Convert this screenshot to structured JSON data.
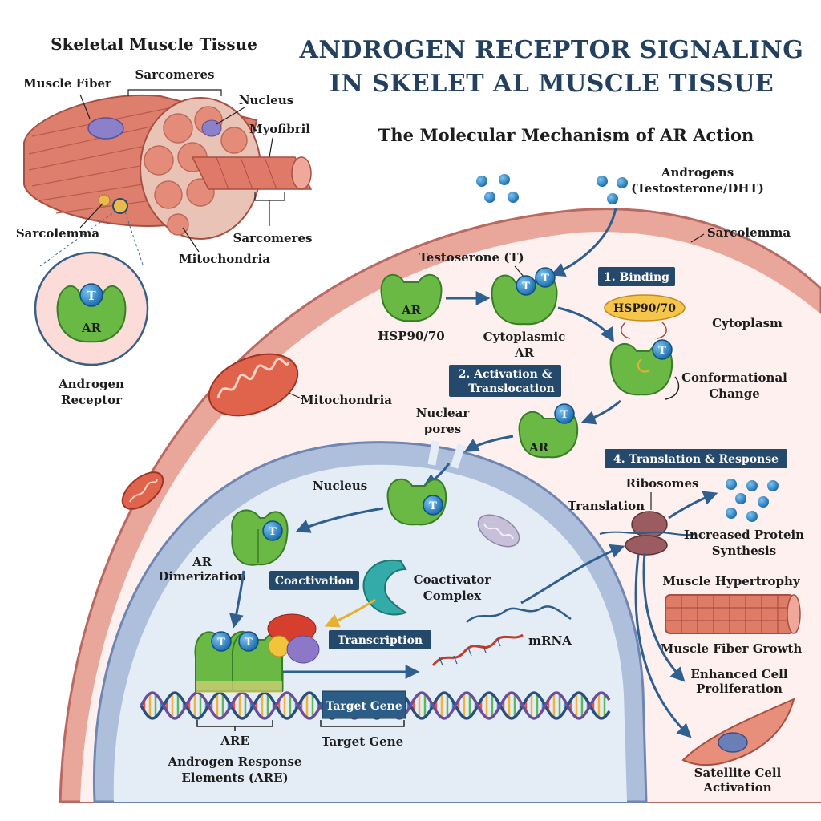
{
  "title": {
    "line1": "ANDROGEN RECEPTOR SIGNALING",
    "line2": "IN SKELET AL MUSCLE TISSUE"
  },
  "subtitle": "The Molecular Mechanism of AR Action",
  "tissue_panel": {
    "heading": "Skeletal Muscle Tissue",
    "muscle_fiber": "Muscle Fiber",
    "sarcomeres_top": "Sarcomeres",
    "nucleus": "Nucleus",
    "myofibril": "Myofibril",
    "sarcolemma": "Sarcolemma",
    "sarcomeres_bottom": "Sarcomeres",
    "mitochondria": "Mitochondria",
    "inset_t": "T",
    "inset_ar": "AR",
    "receptor_label_1": "Androgen",
    "receptor_label_2": "Receptor"
  },
  "cell": {
    "androgens_1": "Androgens",
    "androgens_2": "(Testosterone/DHT)",
    "sarcolemma": "Sarcolemma",
    "testosterone": "Testoserone (T)",
    "ar": "AR",
    "hsp": "HSP90/70",
    "cytoplasmic_1": "Cytoplasmic",
    "cytoplasmic_2": "AR",
    "t": "T",
    "hsp_bubble": "HSP90/70",
    "cytoplasm": "Cytoplasm",
    "conformational_1": "Conformational",
    "conformational_2": "Change",
    "mitochondria": "Mitochondria",
    "nuclear_pores_1": "Nuclear",
    "nuclear_pores_2": "pores",
    "ar_translocating": "AR",
    "nucleus": "Nucleus",
    "ar_dimerization_1": "AR",
    "ar_dimerization_2": "Dimerization",
    "coactivation": "Coactivation",
    "coactivator_1": "Coactivator",
    "coactivator_2": "Complex",
    "transcription": "Transcription",
    "mrna": "mRNA",
    "target_gene_box": "Target Gene",
    "target_gene": "Target Gene",
    "are": "ARE",
    "are_full_1": "Androgen Response",
    "are_full_2": "Elements (ARE)"
  },
  "steps": {
    "step1": "1. Binding",
    "step2_1": "2. Activation &",
    "step2_2": "Translocation",
    "step4": "4. Translation & Response"
  },
  "response": {
    "ribosomes": "Ribosomes",
    "translation": "Translation",
    "protein_1": "Increased Protein",
    "protein_2": "Synthesis",
    "hypertrophy": "Muscle Hypertrophy",
    "fiber_growth": "Muscle Fiber Growth",
    "proliferation_1": "Enhanced Cell",
    "proliferation_2": "Proliferation",
    "satellite_1": "Satellite Cell",
    "satellite_2": "Activation"
  },
  "colors": {
    "title": "#23415f",
    "step_box": "#24496b",
    "receptor": "#6ab945",
    "ligand": "#2e86c9",
    "membrane": "#e8a79c",
    "nucleus": "#dce6f2"
  }
}
